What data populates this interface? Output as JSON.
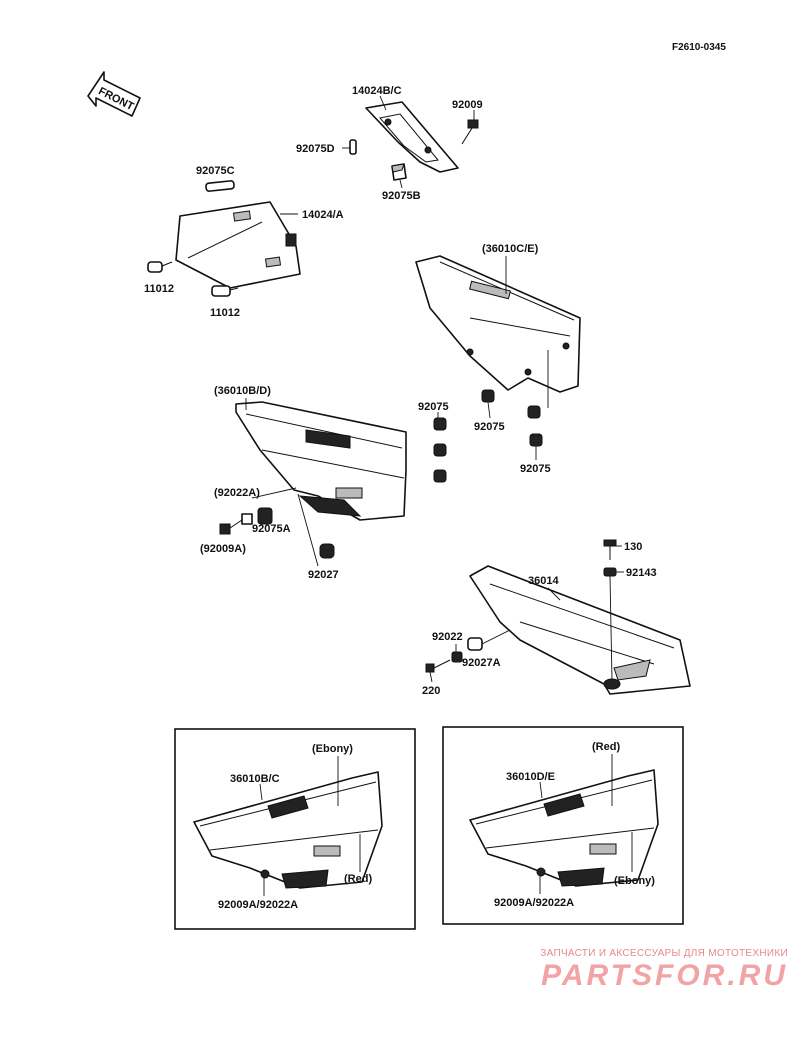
{
  "diagram_code": "F2610-0345",
  "front_label": "FRONT",
  "labels": {
    "l14024bc": "14024B/C",
    "l92009": "92009",
    "l92075d": "92075D",
    "l92075b": "92075B",
    "l92075c": "92075C",
    "l14024a": "14024/A",
    "l11012a": "11012",
    "l11012b": "11012",
    "l36010ce": "(36010C/E)",
    "l36010bd": "(36010B/D)",
    "l92075_1": "92075",
    "l92075_2": "92075",
    "l92075_3": "92075",
    "l92022a": "(92022A)",
    "l92075a": "92075A",
    "l92009a": "(92009A)",
    "l92027": "92027",
    "l130": "130",
    "l92143": "92143",
    "l36014": "36014",
    "l92022": "92022",
    "l92027a": "92027A",
    "l220": "220"
  },
  "inset_left": {
    "part": "36010B/C",
    "color_top": "(Ebony)",
    "color_bottom": "(Red)",
    "fasteners": "92009A/92022A"
  },
  "inset_right": {
    "part": "36010D/E",
    "color_top": "(Red)",
    "color_bottom": "(Ebony)",
    "fasteners": "92009A/92022A"
  },
  "watermark": {
    "line": "ЗАПЧАСТИ И АКСЕССУАРЫ ДЛЯ МОТОТЕХНИКИ",
    "brand": "PARTSFOR.RU",
    "color": "#f2a3a5"
  }
}
